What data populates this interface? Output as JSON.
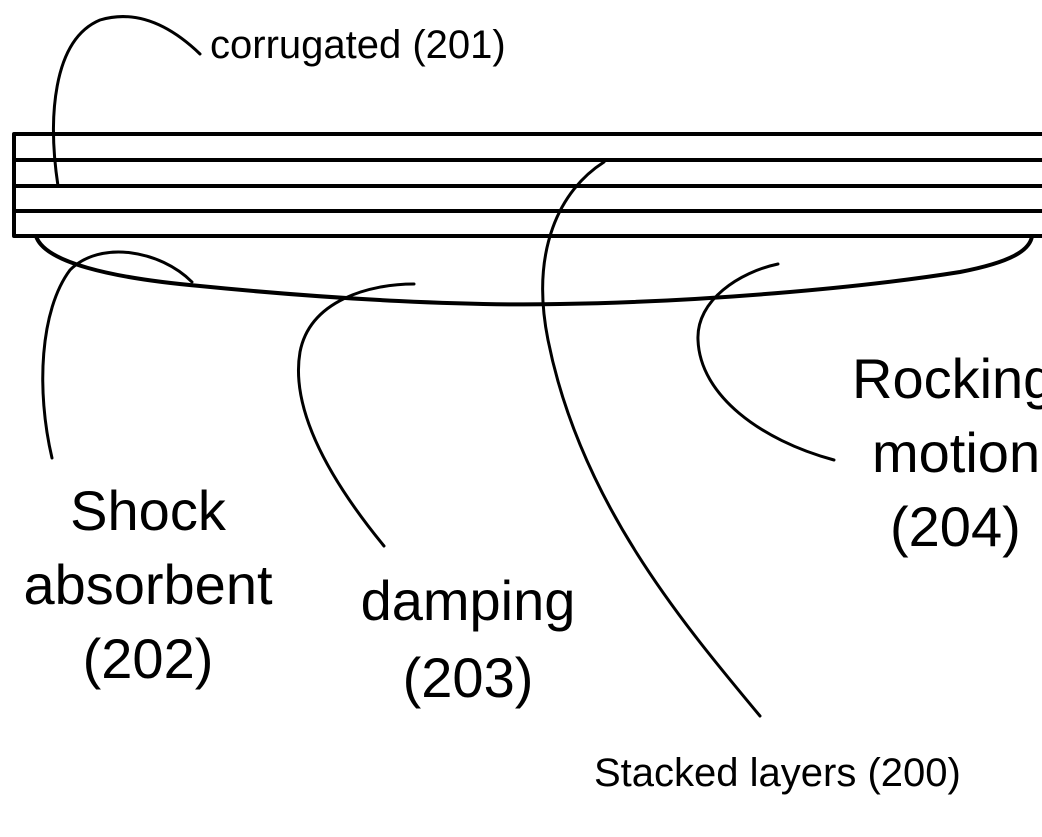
{
  "labels": {
    "corrugated": "corrugated (201)",
    "shock_absorbent": [
      "Shock",
      "absorbent",
      "(202)"
    ],
    "damping": [
      "damping",
      "(203)"
    ],
    "rocking_motion": [
      "Rocking",
      "motion",
      "(204)"
    ],
    "stacked_layers": "Stacked layers (200)"
  },
  "colors": {
    "ink": "#000000",
    "background": "#ffffff"
  }
}
